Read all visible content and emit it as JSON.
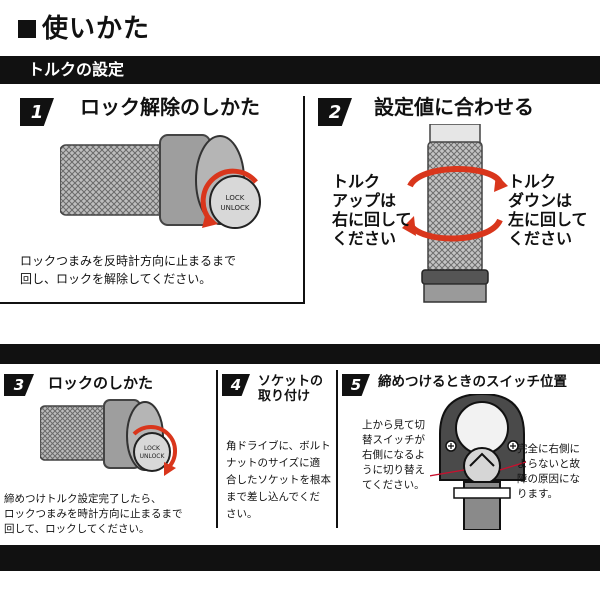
{
  "page_title": "使いかた",
  "section": {
    "label": "トルクの設定"
  },
  "steps": [
    {
      "number": "1",
      "title": "ロック解除のしかた",
      "body": [
        "ロックつまみを反時計方向に止まるまで",
        "回し、ロックを解除してください。"
      ],
      "knob_labels": [
        "LOCK",
        "UNLOCK"
      ]
    },
    {
      "number": "2",
      "title": "設定値に合わせる",
      "left_text": [
        "トルク",
        "アップは",
        "右に回して",
        "ください"
      ],
      "right_text": [
        "トルク",
        "ダウンは",
        "左に回して",
        "ください"
      ]
    },
    {
      "number": "3",
      "title": "ロックのしかた",
      "body": [
        "締めつけトルク設定完了したら、",
        "ロックつまみを時計方向に止まるまで",
        "回して、ロックしてください。"
      ],
      "knob_labels": [
        "LOCK",
        "UNLOCK"
      ]
    },
    {
      "number": "4",
      "title": [
        "ソケットの",
        "取り付け"
      ],
      "body": [
        "角ドライブに、ボルト",
        "ナットのサイズに適",
        "合したソケットを根本",
        "まで差し込んでくだ",
        "さい。"
      ]
    },
    {
      "number": "5",
      "title": "締めつけるときのスイッチ位置",
      "callout_left": [
        "上から見て切",
        "替スイッチが",
        "右側になるよ",
        "うに切り替え",
        "てください。"
      ],
      "callout_right": [
        "完全に右側に",
        "よらないと故",
        "障の原因にな",
        "ります。"
      ]
    }
  ],
  "colors": {
    "band": "#111111",
    "accent_arrow": "#d9361c",
    "accent_callout": "#c8102e"
  }
}
